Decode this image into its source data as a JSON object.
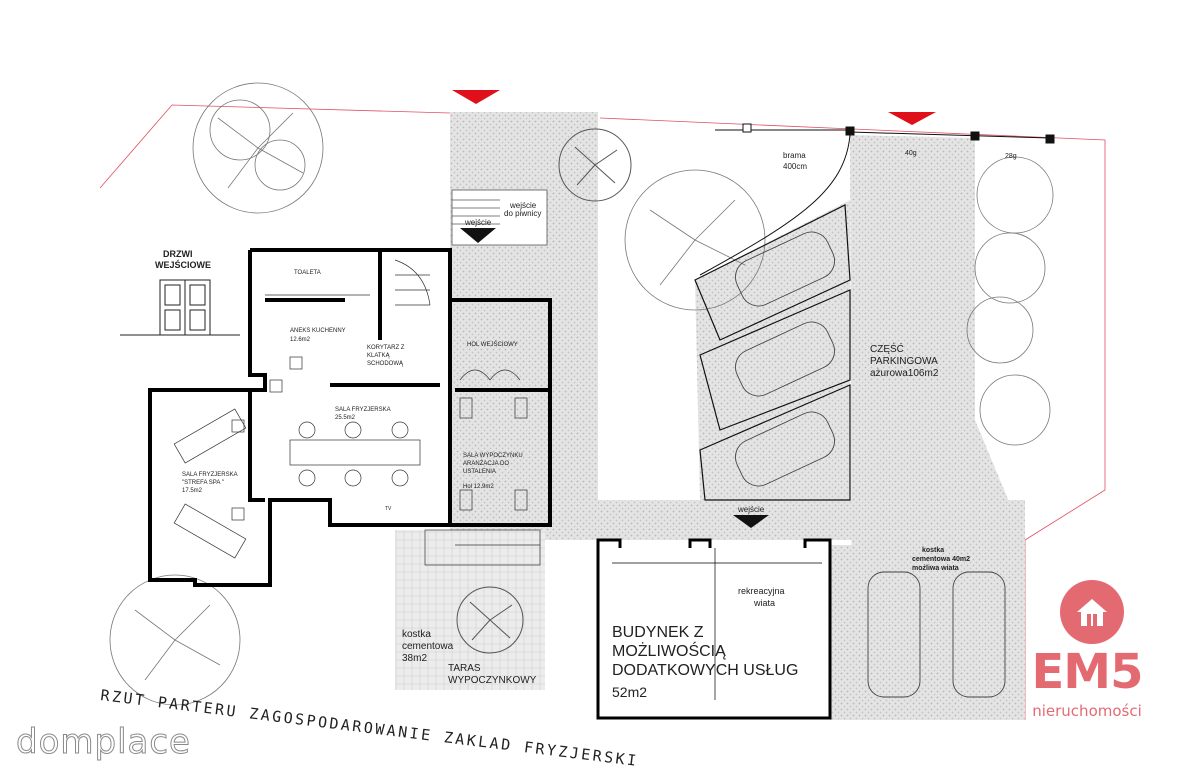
{
  "labels": {
    "drzwi": "DRZWI",
    "wejsciowe": "WEJŚCIOWE",
    "toaleta": "TOALETA",
    "aneks": "ANEKS KUCHENNY",
    "aneks_area": "12.6m2",
    "korytarz1": "KORYTARZ Z",
    "korytarz2": "KLATKĄ",
    "korytarz3": "SCHODOWĄ",
    "hol": "HOL WEJŚCIOWY",
    "sala_fry": "SALA FRYZJERSKA",
    "sala_fry_area": "25.5m2",
    "spa1": "SALA FRYZJERSKA",
    "spa2": "\"STREFA SPA \"",
    "spa3": "17.5m2",
    "wyp1": "SALA WYPOCZYNKU",
    "wyp2": "ARANŻACJA DO",
    "wyp3": "USTALENIA",
    "wyp4": "Hol 12.9m2",
    "wejscie_top": "wejście",
    "do_piwnicy1": "wejście",
    "do_piwnicy2": "do piwnicy",
    "brama1": "brama",
    "brama2": "400cm",
    "dim_40g": "40g",
    "dim_28g": "28g",
    "parking1": "CZĘŚĆ",
    "parking2": "PARKINGOWA",
    "parking3": "ażurowa106m2",
    "wejscie_mid": "wejście",
    "kostka40_1": "kostka",
    "kostka40_2": "cementowa 40m2",
    "kostka40_3": "możliwa wiata",
    "rekreacyjna1": "rekreacyjna",
    "rekreacyjna2": "wiata",
    "budynek1": "BUDYNEK Z",
    "budynek2": "MOŻLIWOŚCIĄ",
    "budynek3": "DODATKOWYCH USŁUG",
    "budynek4": "52m2",
    "kostka38_1": "kostka",
    "kostka38_2": "cementowa",
    "kostka38_3": "38m2",
    "taras1": "TARAS",
    "taras2": "WYPOCZYNKOWY",
    "rzut": "RZUT PARTERU ZAGOSPODAROWANIE ZAKLAD FRYZJERSKI",
    "tv": "TV"
  },
  "watermark": "domplace",
  "brand": {
    "name": "EM5",
    "sub": "nieruchomości",
    "color": "#e46a72"
  },
  "colors": {
    "arrow": "#e0101a",
    "wall": "#000000",
    "paving": "#d9d9d9"
  }
}
